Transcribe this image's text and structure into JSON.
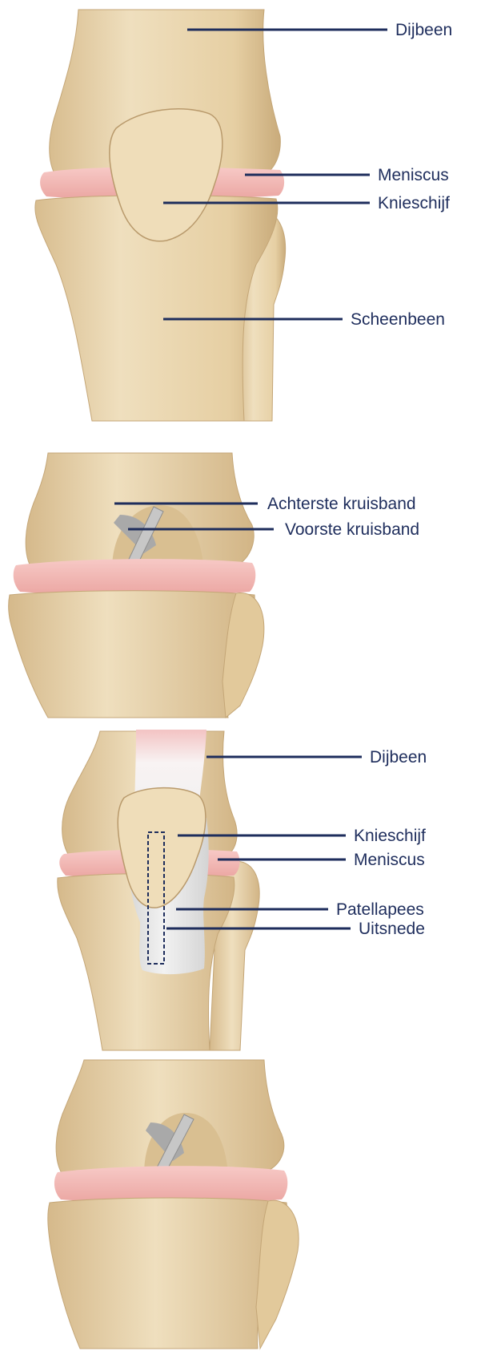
{
  "panels": [
    {
      "labels": [
        "Dijbeen",
        "Meniscus",
        "Knieschijf",
        "Scheenbeen"
      ]
    },
    {
      "labels": [
        "Achterste kruisband",
        "Voorste kruisband"
      ]
    },
    {
      "labels": [
        "Dijbeen",
        "Knieschijf",
        "Meniscus",
        "Patellapees",
        "Uitsnede"
      ]
    },
    {
      "labels": []
    }
  ],
  "colors": {
    "bone": "#ead7b0",
    "bone_shade": "#cdb286",
    "bone_dark": "#b99a6c",
    "meniscus": "#f4b7b4",
    "ligament": "#b9b9b9",
    "tendon": "#eeeeee",
    "leader": "#1e2d5c"
  }
}
